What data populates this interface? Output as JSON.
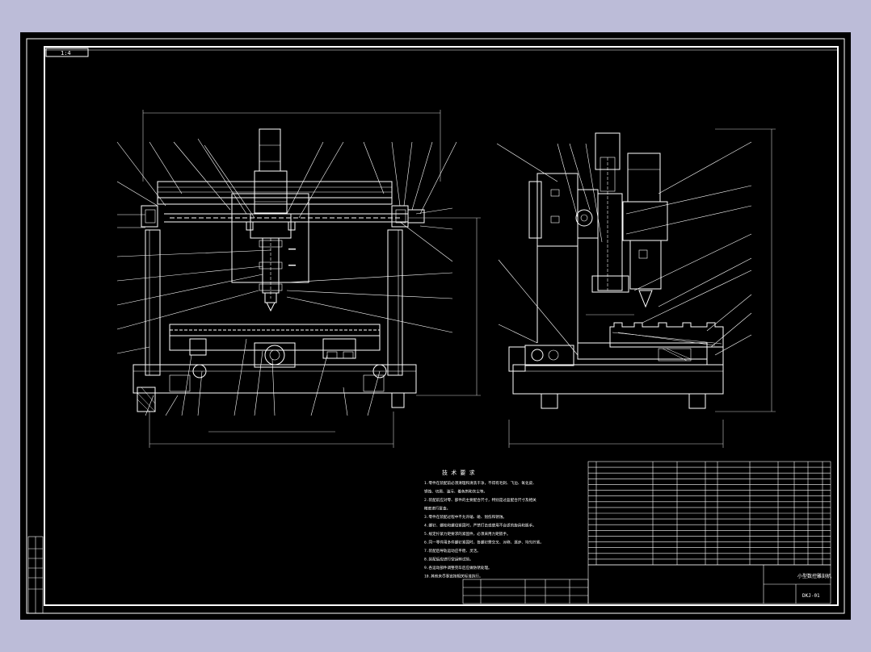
{
  "drawing": {
    "corner_tag": "1:4",
    "title_block_name": "小型数控雕刻机",
    "drawing_number": "DKJ-01"
  },
  "tech_requirements": {
    "title": "技 术 要 求",
    "lines": [
      "1.零件在装配前必须清理和清洗干净，不得有毛刺、飞边、氧化皮、",
      "锈蚀、切屑、油污、着色剂和灰尘等。",
      "2.装配前应对零、部件的主要配合尺寸，特别是过盈配合尺寸及相关",
      "精度进行复查。",
      "3.零件在装配过程中不允许磕、碰、划伤和锈蚀。",
      "4.螺钉、螺栓和螺母紧固时，严禁打击或使用不合适的旋具和扳手。",
      "5.规定拧紧力矩要求的紧固件，必须采用力矩扳手。",
      "6.同一零件用多件螺钉紧固时，各螺钉需交叉、对称、逐步、均匀拧紧。",
      "7.装配后导轨运动应平稳、灵活。",
      "8.装配后应进行空运转试验。",
      "9.各运动部件调整完毕后应做防锈处理。",
      "10.其他未尽事宜按相关标准执行。"
    ]
  },
  "colors": {
    "background": "#bcbcd8",
    "sheet": "#000000",
    "lines": "#ffffff"
  }
}
